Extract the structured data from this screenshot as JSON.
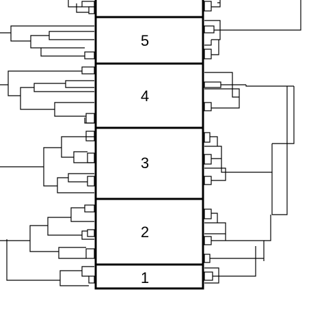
{
  "diagram": {
    "segments": [
      {
        "label": "5"
      },
      {
        "label": "4"
      },
      {
        "label": "3"
      },
      {
        "label": "2"
      },
      {
        "label": "1"
      }
    ]
  }
}
